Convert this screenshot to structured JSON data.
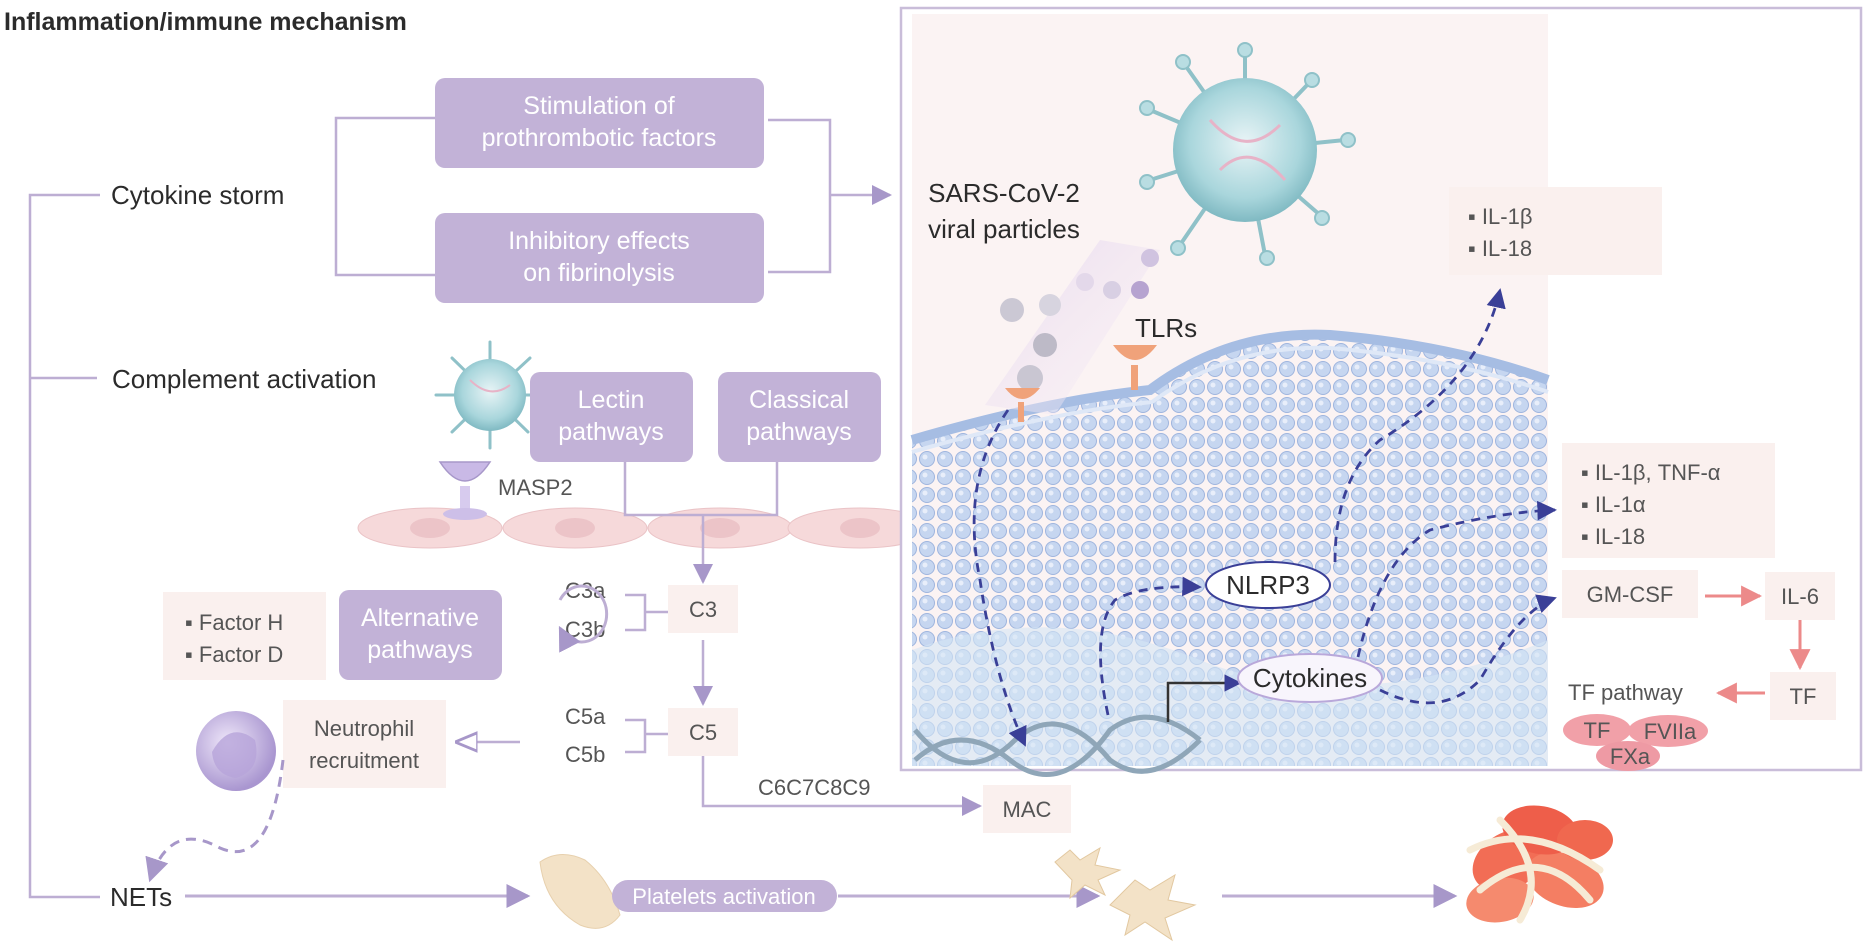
{
  "title": "Inflammation/immune mechanism",
  "mechanisms": {
    "cytokine_storm": "Cytokine storm",
    "complement_activation": "Complement activation",
    "nets": "NETs"
  },
  "cytokine_storm_effects": {
    "prothrombotic_line1": "Stimulation of",
    "prothrombotic_line2": "prothrombotic factors",
    "fibrinolysis_line1": "Inhibitory effects",
    "fibrinolysis_line2": "on fibrinolysis"
  },
  "complement": {
    "lectin_line1": "Lectin",
    "lectin_line2": "pathways",
    "classical_line1": "Classical",
    "classical_line2": "pathways",
    "alternative_line1": "Alternative",
    "alternative_line2": "pathways",
    "masp2": "MASP2",
    "factor_h": "Factor H",
    "factor_d": "Factor D",
    "c3": "C3",
    "c3a": "C3a",
    "c3b": "C3b",
    "c5": "C5",
    "c5a": "C5a",
    "c5b": "C5b",
    "c6c7c8c9": "C6C7C8C9",
    "mac": "MAC",
    "neutrophil_line1": "Neutrophil",
    "neutrophil_line2": "recruitment"
  },
  "nets_path": {
    "platelets_activation": "Platelets activation"
  },
  "cell_panel": {
    "virus_line1": "SARS-CoV-2",
    "virus_line2": "viral particles",
    "tlrs": "TLRs",
    "nlrp3": "NLRP3",
    "cytokines": "Cytokines",
    "inflammasome_outputs": [
      "IL-1β",
      "IL-18"
    ],
    "cytokine_outputs": [
      "IL-1β, TNF-α",
      "IL-1α",
      "IL-18"
    ],
    "gm_csf": "GM-CSF",
    "il6": "IL-6",
    "tf": "TF",
    "tf_pathway": "TF pathway",
    "complex_tf": "TF",
    "complex_fviia": "FVIIa",
    "complex_fxa": "FXa"
  },
  "colors": {
    "purple_box": "#c2b2d7",
    "purple_line": "#bdaed3",
    "purple_arrow": "#a797c9",
    "panel_border": "#c9bdd9",
    "panel_bg": "#fbf3f3",
    "label_box": "#faf0ee",
    "pink_arrow": "#ec8a8a",
    "dashed_navy": "#3a3f97",
    "membrane_blue": "#b8cbe8",
    "text_dark": "#2b2b2b",
    "text_gray": "#555555"
  }
}
